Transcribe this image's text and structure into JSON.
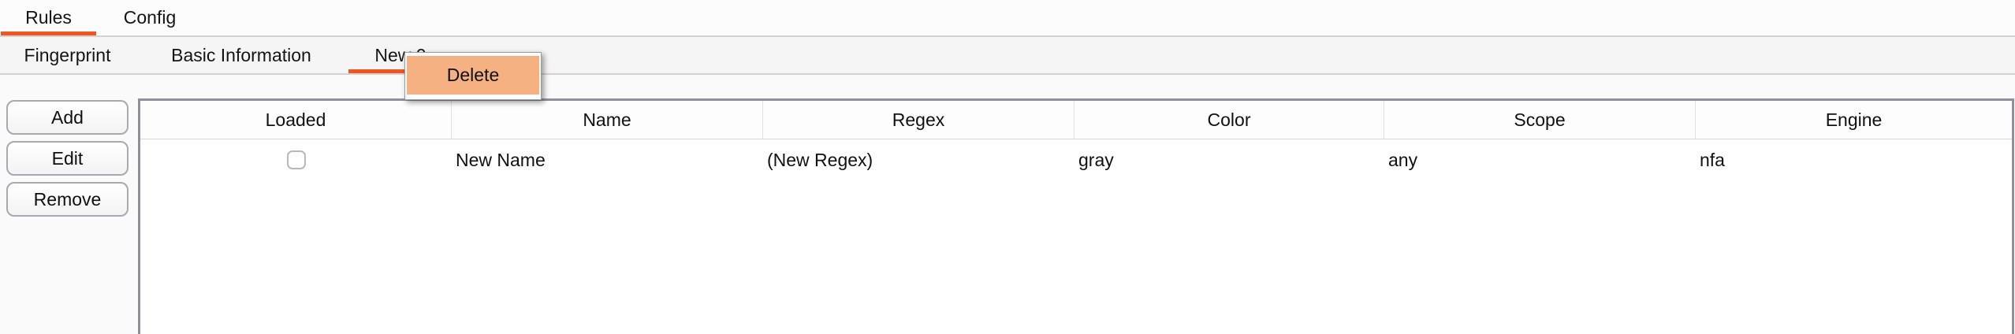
{
  "colors": {
    "accent_orange": "#ee5621",
    "menu_highlight": "#f6b183"
  },
  "primary_tabs": {
    "items": [
      {
        "label": "Rules",
        "active": true
      },
      {
        "label": "Config",
        "active": false
      }
    ]
  },
  "secondary_tabs": {
    "items": [
      {
        "label": "Fingerprint",
        "active": false
      },
      {
        "label": "Basic Information",
        "active": false
      },
      {
        "label": "New 0",
        "active": true
      }
    ]
  },
  "context_menu": {
    "items": [
      {
        "label": "Delete",
        "highlighted": true
      }
    ]
  },
  "sidebar": {
    "buttons": [
      {
        "label": "Add"
      },
      {
        "label": "Edit"
      },
      {
        "label": "Remove"
      }
    ]
  },
  "table": {
    "columns": [
      "Loaded",
      "Name",
      "Regex",
      "Color",
      "Scope",
      "Engine"
    ],
    "rows": [
      {
        "loaded": false,
        "name": "New Name",
        "regex": "(New Regex)",
        "color": "gray",
        "scope": "any",
        "engine": "nfa"
      }
    ]
  }
}
